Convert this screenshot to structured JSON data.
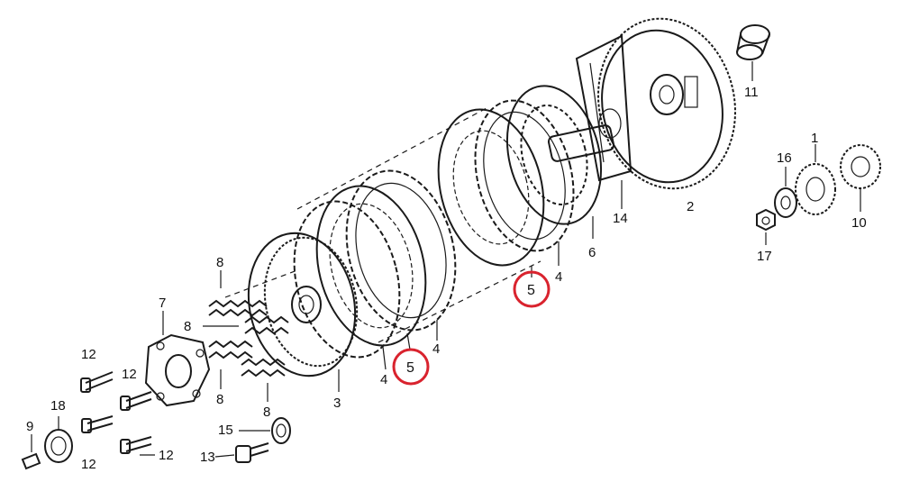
{
  "diagram": {
    "callouts": {
      "c1": "1",
      "c2": "2",
      "c3": "3",
      "c4a": "4",
      "c4b": "4",
      "c4c": "4",
      "c5a": "5",
      "c5b": "5",
      "c6": "6",
      "c7": "7",
      "c8a": "8",
      "c8b": "8",
      "c8c": "8",
      "c8d": "8",
      "c9": "9",
      "c10": "10",
      "c11": "11",
      "c12a": "12",
      "c12b": "12",
      "c12c": "12",
      "c12d": "12",
      "c13": "13",
      "c14": "14",
      "c15": "15",
      "c16": "16",
      "c17": "17",
      "c18": "18"
    },
    "highlight_color": "#d9232e"
  }
}
